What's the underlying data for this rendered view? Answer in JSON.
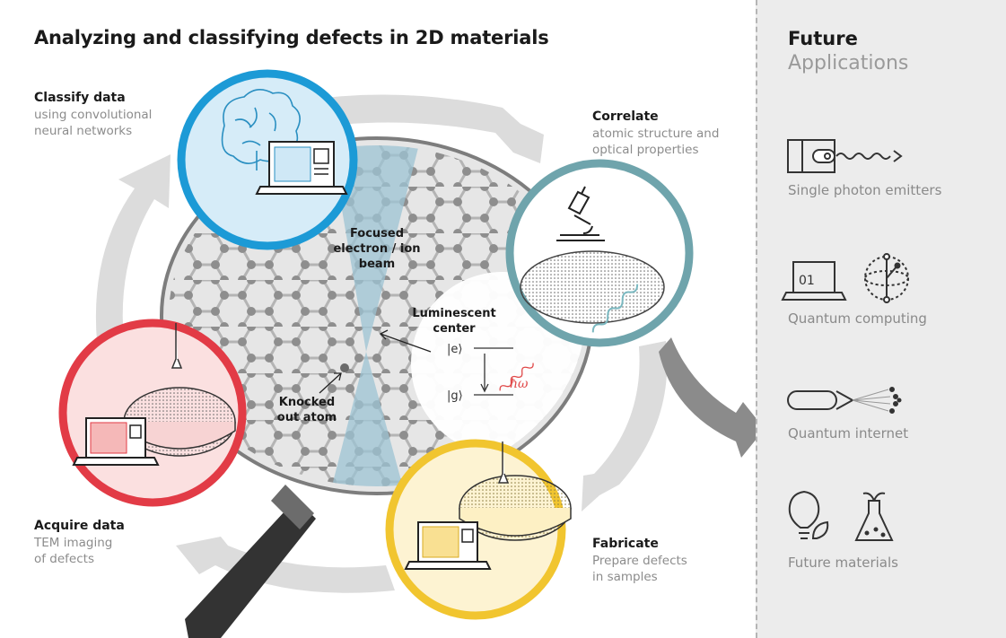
{
  "title": "Analyzing and classifying defects in 2D materials",
  "steps": {
    "classify": {
      "title": "Classify data",
      "line1": "using convolutional",
      "line2": "neural networks"
    },
    "correlate": {
      "title": "Correlate",
      "line1": "atomic structure and",
      "line2": "optical properties"
    },
    "acquire": {
      "title": "Acquire data",
      "line1": "TEM imaging",
      "line2": "of defects"
    },
    "fabricate": {
      "title": "Fabricate",
      "line1": "Prepare defects",
      "line2": "in samples"
    }
  },
  "lens_labels": {
    "beam_line1": "Focused",
    "beam_line2": "electron / ion",
    "beam_line3": "beam",
    "lum_line1": "Luminescent",
    "lum_line2": "center",
    "knock_line1": "Knocked",
    "knock_line2": "out atom",
    "state_e": "|e⟩",
    "state_g": "|g⟩",
    "hw": "ħω"
  },
  "future": {
    "heading": "Future",
    "subheading": "Applications",
    "apps": [
      {
        "label": "Single photon emitters",
        "icon": "photon-emitter-icon"
      },
      {
        "label": "Quantum computing",
        "icon": "quantum-computing-icon"
      },
      {
        "label": "Quantum internet",
        "icon": "fiber-optic-icon"
      },
      {
        "label": "Future materials",
        "icon": "materials-icon"
      }
    ],
    "qc_screen_text": "01"
  },
  "colors": {
    "blue": "#1c9ad6",
    "blue_fill": "#d6ecf8",
    "teal": "#6fa4ac",
    "red": "#e23b46",
    "red_fill": "#fbe0e0",
    "yellow": "#f1c52f",
    "yellow_fill": "#fdf3d2",
    "beam": "#9cc3d3",
    "panel": "#ececec",
    "arrow": "#d8d8d8"
  }
}
